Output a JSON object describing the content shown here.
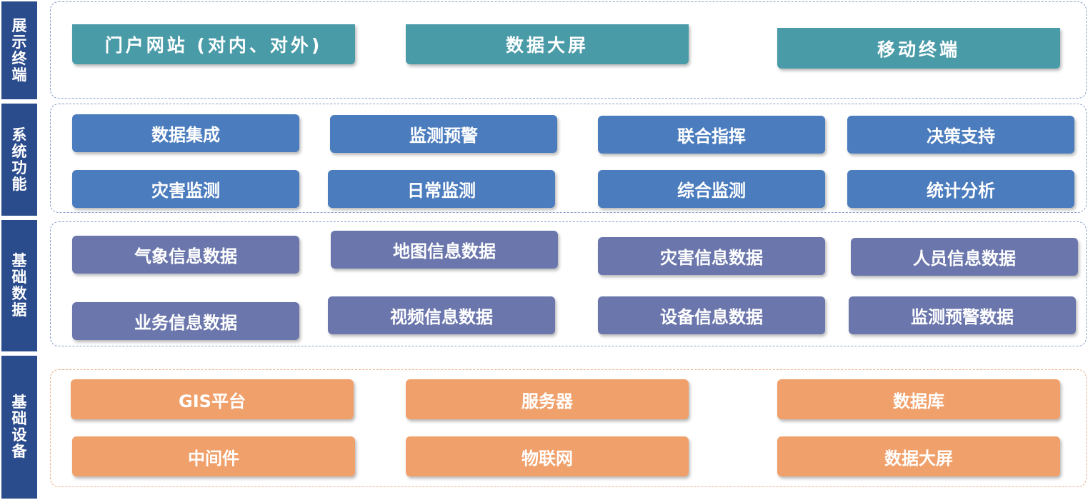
{
  "layers": {
    "display": {
      "label": "展示终端",
      "items": [
        "门户网站 (对内、对外)",
        "数据大屏",
        "移动终端"
      ]
    },
    "system": {
      "label": "系统功能",
      "items": [
        "数据集成",
        "监测预警",
        "联合指挥",
        "决策支持",
        "灾害监测",
        "日常监测",
        "综合监测",
        "统计分析"
      ]
    },
    "data": {
      "label": "基础数据",
      "items": [
        "气象信息数据",
        "地图信息数据",
        "灾害信息数据",
        "人员信息数据",
        "业务信息数据",
        "视频信息数据",
        "设备信息数据",
        "监测预警数据"
      ]
    },
    "infra": {
      "label": "基础设备",
      "items": [
        "GIS平台",
        "服务器",
        "数据库",
        "中间件",
        "物联网",
        "数据大屏"
      ]
    }
  },
  "colors": {
    "sidebar": "#2b4c8c",
    "display_box": "#4a9ba8",
    "system_box": "#4b7cbd",
    "data_box": "#6a76ac",
    "infra_box": "#f0a06a"
  }
}
